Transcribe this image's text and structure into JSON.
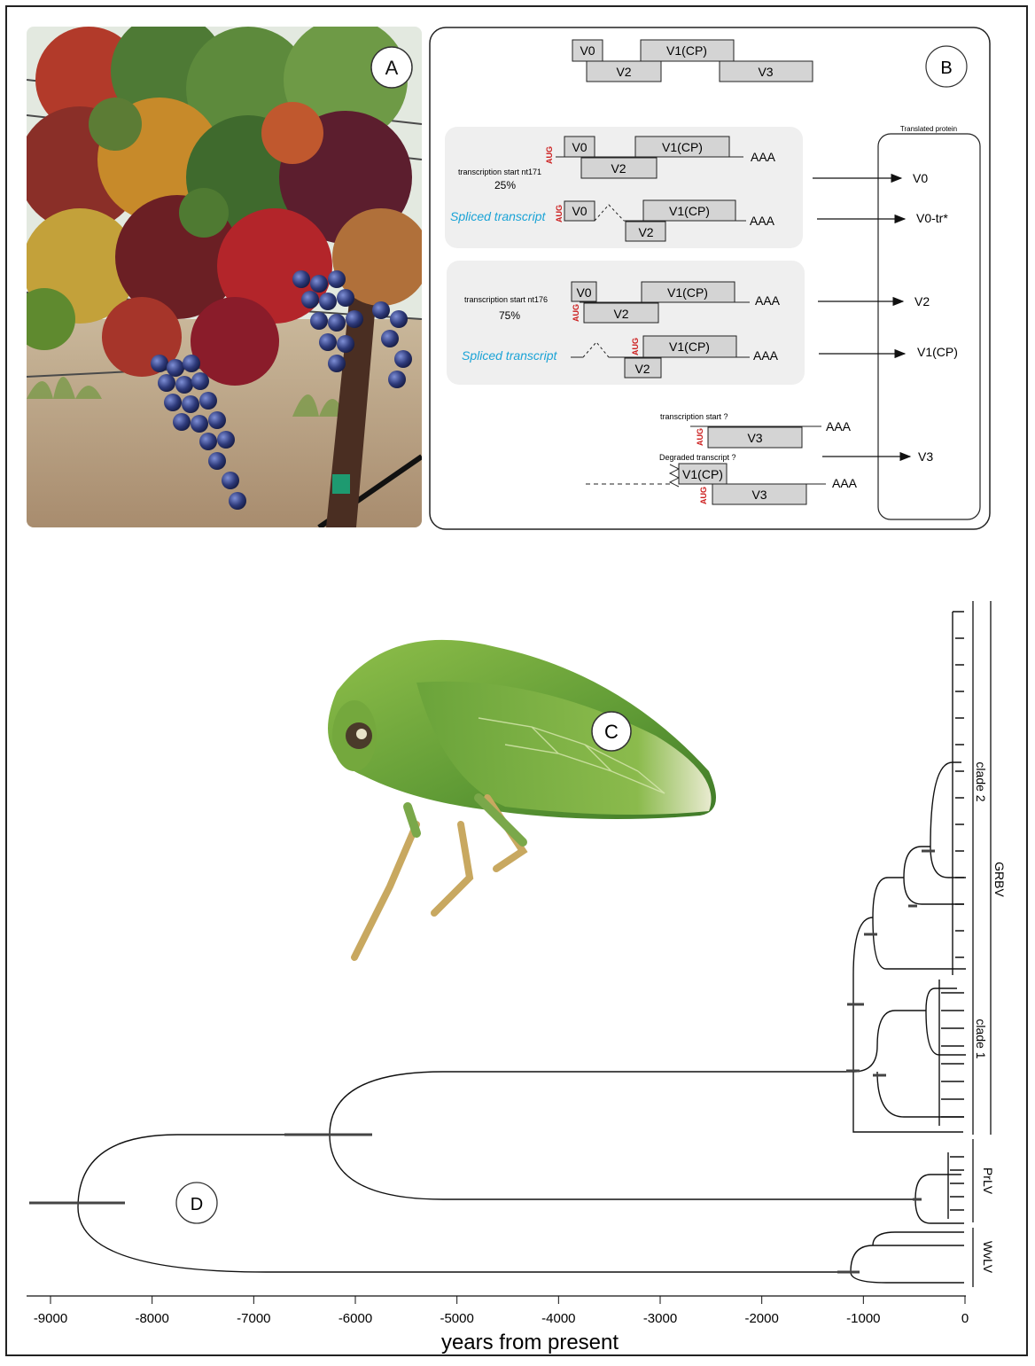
{
  "panel_a": {
    "label": "A"
  },
  "panel_b": {
    "label": "B",
    "genome": {
      "v0": "V0",
      "v1": "V1(CP)",
      "v2": "V2",
      "v3": "V3"
    },
    "translated_protein_title": "Translated protein",
    "group1": {
      "aug": "AUG",
      "transcription_start": "transcription start nt171",
      "percent": "25%",
      "spliced_label": "Spliced transcript",
      "polya": "AAA",
      "v0": "V0",
      "v1": "V1(CP)",
      "v2": "V2",
      "protein_1": "V0",
      "protein_2": "V0-tr*"
    },
    "group2": {
      "aug": "AUG",
      "transcription_start": "transcription start nt176",
      "percent": "75%",
      "spliced_label": "Spliced transcript",
      "polya": "AAA",
      "v0": "V0",
      "v1": "V1(CP)",
      "v2": "V2",
      "protein_1": "V2",
      "protein_2": "V1(CP)"
    },
    "group3": {
      "aug": "AUG",
      "transcription_start": "transcription start ?",
      "degraded": "Degraded transcript ?",
      "polya": "AAA",
      "v1": "V1(CP)",
      "v3": "V3",
      "protein": "V3"
    }
  },
  "panel_c": {
    "label": "C"
  },
  "panel_d": {
    "label": "D",
    "axis_title": "years from present",
    "ticks": [
      "-9000",
      "-8000",
      "-7000",
      "-6000",
      "-5000",
      "-4000",
      "-3000",
      "-2000",
      "-1000",
      "0"
    ],
    "clades": {
      "clade2": "clade 2",
      "clade1": "clade 1",
      "grbv": "GRBV",
      "prlv": "PrLV",
      "wvlv": "WvLV"
    }
  },
  "colors": {
    "box_fill": "#d4d4d4",
    "group_bg": "#efefef",
    "aug_red": "#cc1f1f",
    "spliced_blue": "#1aa3d6",
    "leaf_green": "#6aa33a"
  }
}
